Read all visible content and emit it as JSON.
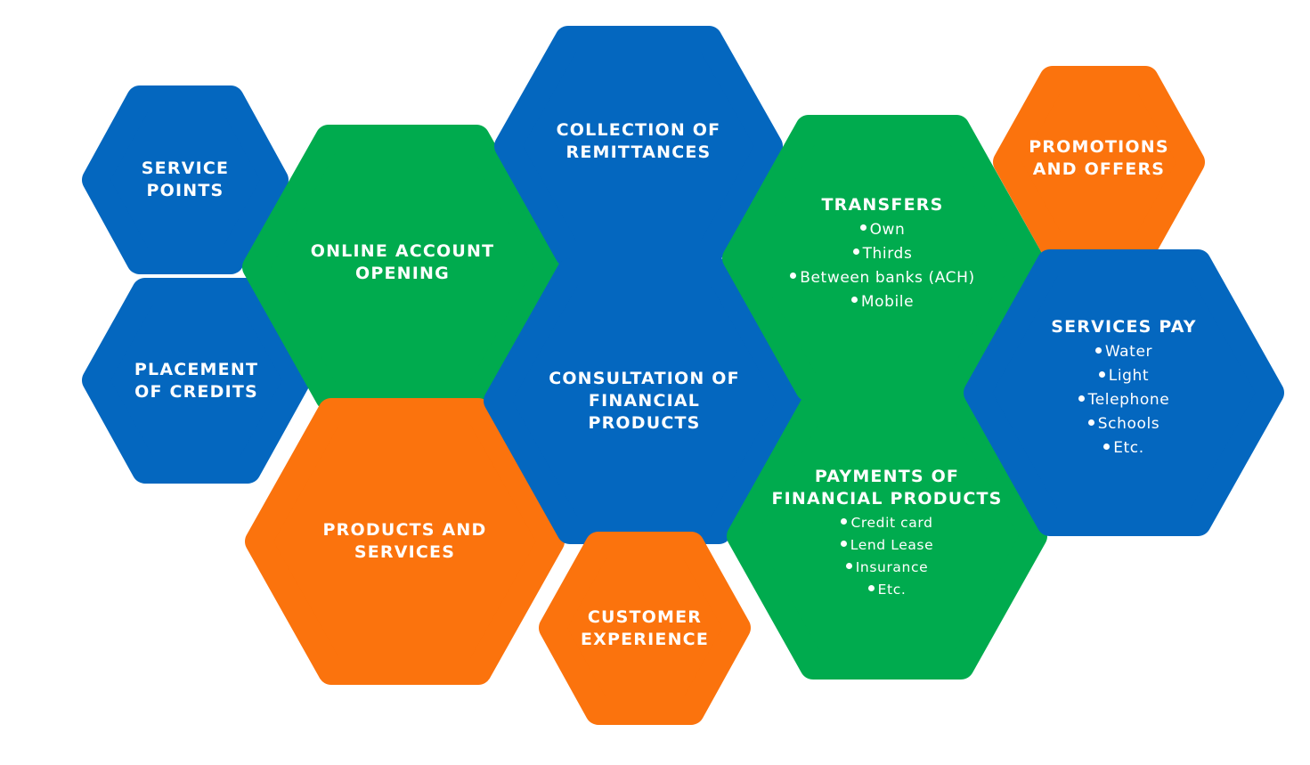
{
  "colors": {
    "blue": "#0467bf",
    "green": "#00ab4e",
    "orange": "#fb730d",
    "text": "#ffffff"
  },
  "hexagons": [
    {
      "id": "service-points",
      "color": "blue",
      "title": "SERVICE\nPOINTS",
      "bullets": []
    },
    {
      "id": "placement-of-credits",
      "color": "blue",
      "title": "PLACEMENT\nOF CREDITS",
      "bullets": []
    },
    {
      "id": "online-account-opening",
      "color": "green",
      "title": "ONLINE ACCOUNT\nOPENING",
      "bullets": []
    },
    {
      "id": "products-and-services",
      "color": "orange",
      "title": "PRODUCTS AND\nSERVICES",
      "bullets": []
    },
    {
      "id": "collection-of-remittances",
      "color": "blue",
      "title": "COLLECTION OF\nREMITTANCES",
      "bullets": []
    },
    {
      "id": "consultation-of-financial-products",
      "color": "blue",
      "title": "CONSULTATION OF\nFINANCIAL\nPRODUCTS",
      "bullets": []
    },
    {
      "id": "customer-experience",
      "color": "orange",
      "title": "CUSTOMER\nEXPERIENCE",
      "bullets": []
    },
    {
      "id": "transfers",
      "color": "green",
      "title": "TRANSFERS",
      "bullets": [
        "Own",
        "Thirds",
        "Between banks (ACH)",
        "Mobile"
      ]
    },
    {
      "id": "payments-of-financial-products",
      "color": "green",
      "title": "PAYMENTS OF\nFINANCIAL PRODUCTS",
      "bullets": [
        "Credit card",
        "Lend Lease",
        "Insurance",
        "Etc."
      ]
    },
    {
      "id": "promotions-and-offers",
      "color": "orange",
      "title": "PROMOTIONS\nAND OFFERS",
      "bullets": []
    },
    {
      "id": "services-pay",
      "color": "blue",
      "title": "SERVICES PAY",
      "bullets": [
        "Water",
        "Light",
        "Telephone",
        "Schools",
        "Etc."
      ]
    }
  ]
}
